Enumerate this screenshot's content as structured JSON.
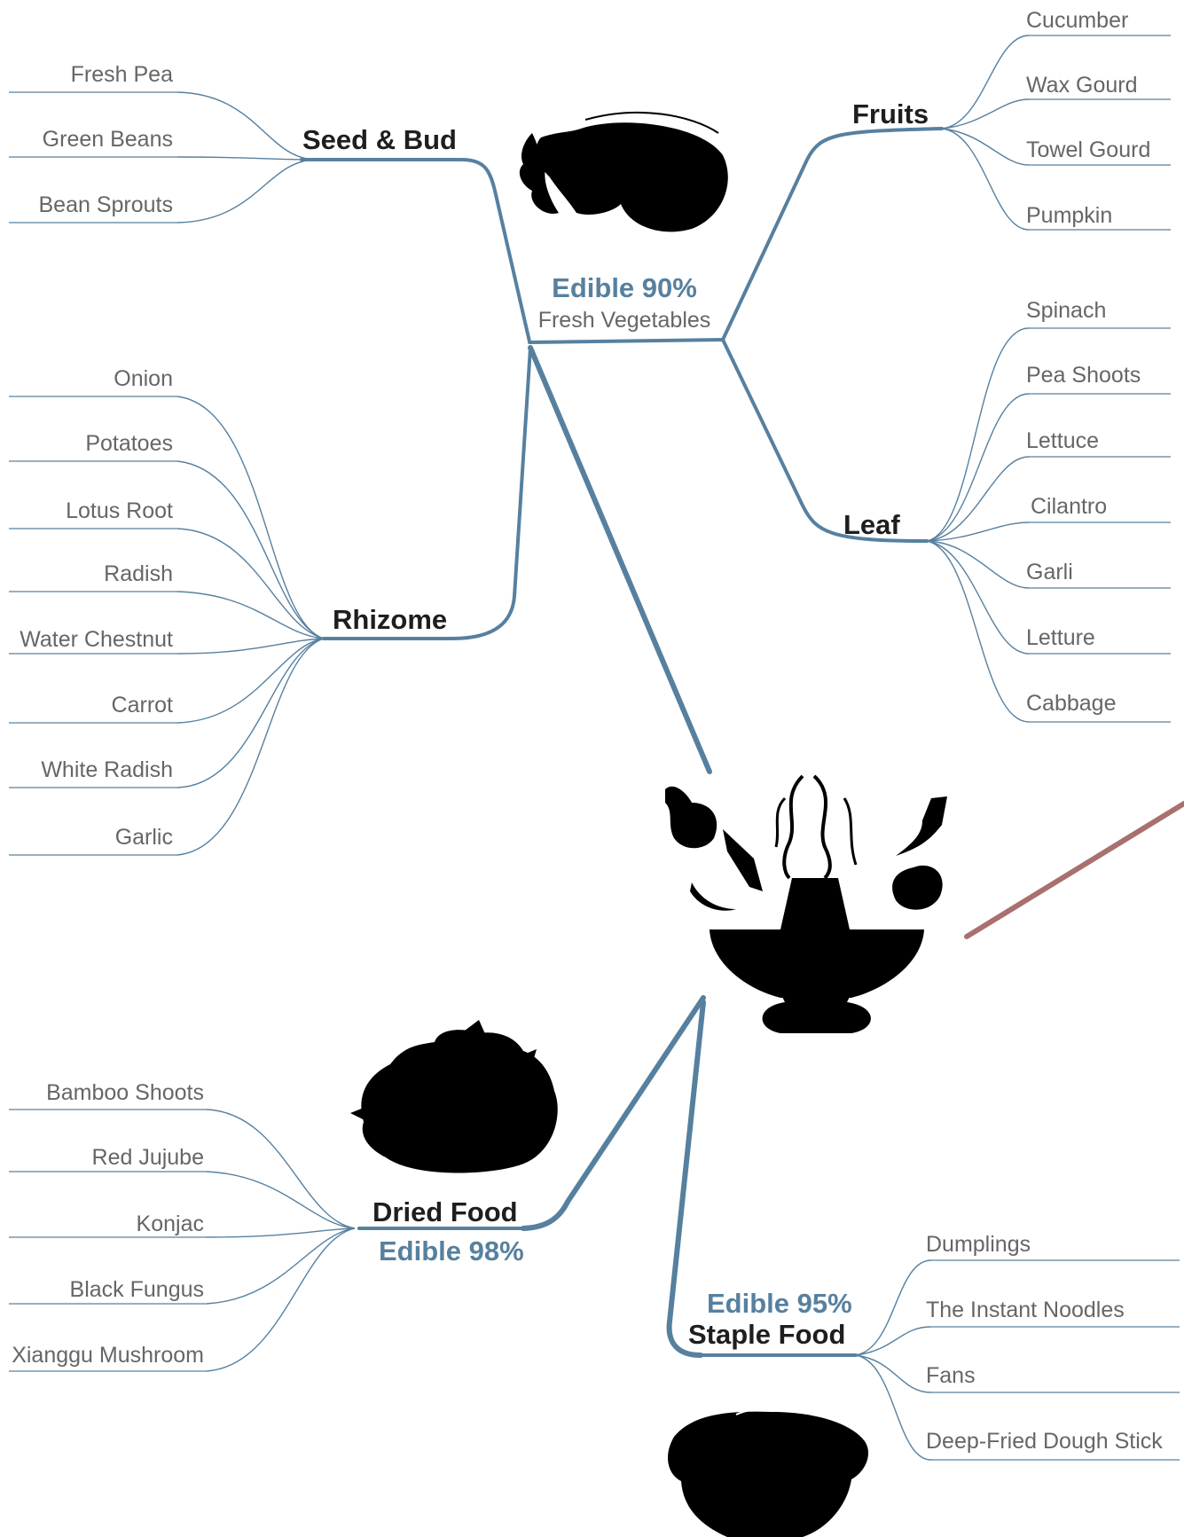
{
  "center": {
    "pct": "Edible 90%",
    "subtitle": "Fresh Vegetables"
  },
  "categories": {
    "seed_bud": {
      "label": "Seed & Bud",
      "items": [
        "Fresh Pea",
        "Green Beans",
        "Bean Sprouts"
      ]
    },
    "rhizome": {
      "label": "Rhizome",
      "items": [
        "Onion",
        "Potatoes",
        "Lotus Root",
        "Radish",
        "Water Chestnut",
        "Carrot",
        "White Radish",
        "Garlic"
      ]
    },
    "fruits": {
      "label": "Fruits",
      "items": [
        "Cucumber",
        "Wax Gourd",
        "Towel Gourd",
        "Pumpkin"
      ]
    },
    "leaf": {
      "label": "Leaf",
      "items": [
        "Spinach",
        "Pea Shoots",
        "Lettuce",
        "Cilantro",
        "Garli",
        "Letture",
        "Cabbage"
      ]
    },
    "dried": {
      "label": "Dried Food",
      "pct": "Edible 98%",
      "items": [
        "Bamboo Shoots",
        "Red Jujube",
        "Konjac",
        "Black Fungus",
        "Xianggu Mushroom"
      ]
    },
    "staple": {
      "label": "Staple Food",
      "pct": "Edible 95%",
      "items": [
        "Dumplings",
        "The Instant Noodles",
        "Fans",
        "Deep-Fried Dough Stick"
      ]
    }
  },
  "colors": {
    "branch": "#57809f",
    "red_line": "#a8706e",
    "text": "#666666",
    "heading": "#1e1e1e"
  },
  "icons": [
    "vegetables-silhouette",
    "hotpot-silhouette",
    "dried-food-silhouette",
    "rice-bowl-silhouette"
  ]
}
